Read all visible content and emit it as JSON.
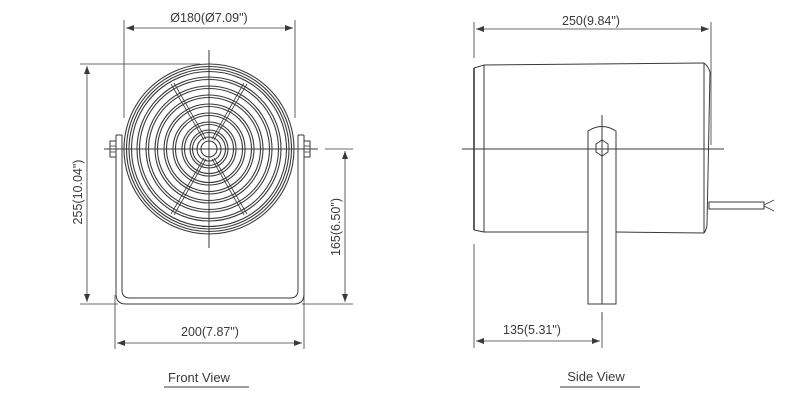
{
  "front_view": {
    "label": "Front View",
    "dimensions": {
      "diameter": "Ø180(Ø7.09\")",
      "total_height": "255(10.04\")",
      "bracket_height": "165(6.50\")",
      "bracket_width": "200(7.87\")"
    }
  },
  "side_view": {
    "label": "Side View",
    "dimensions": {
      "length": "250(9.84\")",
      "mount_offset": "135(5.31\")"
    }
  },
  "colors": {
    "line": "#3a3a3a",
    "background": "#ffffff"
  }
}
